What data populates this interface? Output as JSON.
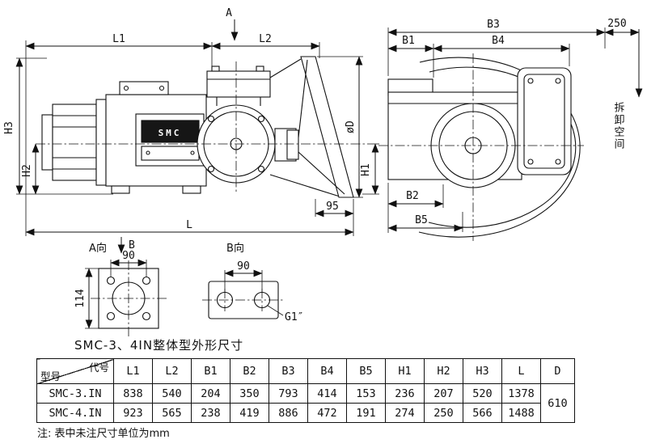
{
  "caption": "SMC-3、4IN整体型外形尺寸",
  "note": "注: 表中未注尺寸单位为mm",
  "side_view": {
    "nameplate": "SMC",
    "dims": {
      "L1": "L1",
      "L2": "L2",
      "L": "L",
      "H1": "H1",
      "H2": "H2",
      "H3": "H3",
      "phi_d": "øD",
      "offset95": "95"
    },
    "section_arrows": {
      "a": "A",
      "b": "B"
    }
  },
  "end_view": {
    "dims": {
      "B1": "B1",
      "B2": "B2",
      "B3": "B3",
      "B4": "B4",
      "B5": "B5",
      "clearance250": "250"
    },
    "clearance_label": "拆卸空间"
  },
  "view_a": {
    "label": "A向",
    "width": "90",
    "height": "114"
  },
  "view_b": {
    "label": "B向",
    "spacing": "90",
    "thread": "G1″"
  },
  "table": {
    "corner": {
      "top_right": "代号",
      "bottom_left": "型号"
    },
    "columns": [
      "L1",
      "L2",
      "B1",
      "B2",
      "B3",
      "B4",
      "B5",
      "H1",
      "H2",
      "H3",
      "L",
      "D"
    ],
    "rows": [
      {
        "model": "SMC-3.IN",
        "values": [
          "838",
          "540",
          "204",
          "350",
          "793",
          "414",
          "153",
          "236",
          "207",
          "520",
          "1378"
        ]
      },
      {
        "model": "SMC-4.IN",
        "values": [
          "923",
          "565",
          "238",
          "419",
          "886",
          "472",
          "191",
          "274",
          "250",
          "566",
          "1488"
        ]
      }
    ],
    "d_value": "610"
  }
}
